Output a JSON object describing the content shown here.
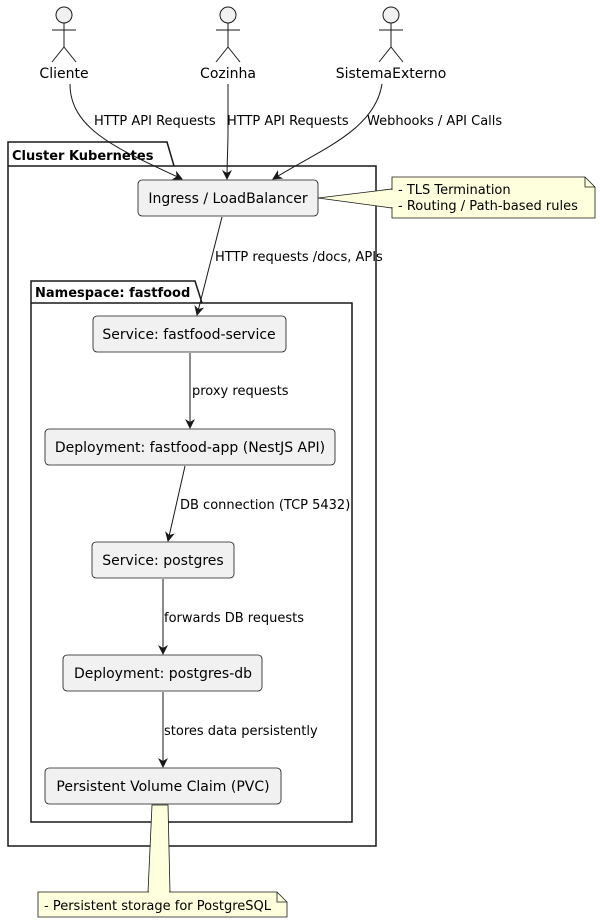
{
  "actors": {
    "cliente": "Cliente",
    "cozinha": "Cozinha",
    "externo": "SistemaExterno"
  },
  "packages": {
    "cluster": "Cluster Kubernetes",
    "namespace": "Namespace: fastfood"
  },
  "nodes": {
    "ingress": "Ingress / LoadBalancer",
    "fastfood_service": "Service: fastfood-service",
    "fastfood_app": "Deployment: fastfood-app (NestJS API)",
    "postgres_service": "Service: postgres",
    "postgres_db": "Deployment: postgres-db",
    "pvc": "Persistent Volume Claim (PVC)"
  },
  "edges": {
    "cliente_ingress": "HTTP API Requests",
    "cozinha_ingress": "HTTP API Requests",
    "externo_ingress": "Webhooks / API Calls",
    "ingress_service": "HTTP requests /docs, APIs",
    "service_app": "proxy requests",
    "app_pgservice": "DB connection (TCP 5432)",
    "pgservice_db": "forwards DB requests",
    "db_pvc": "stores data persistently"
  },
  "notes": {
    "ingress": [
      "- TLS Termination",
      "- Routing / Path-based rules"
    ],
    "pvc": "- Persistent storage for PostgreSQL"
  },
  "colors": {
    "node_fill": "#f1f1f1",
    "note_fill": "#feffdd",
    "line": "#181818"
  }
}
